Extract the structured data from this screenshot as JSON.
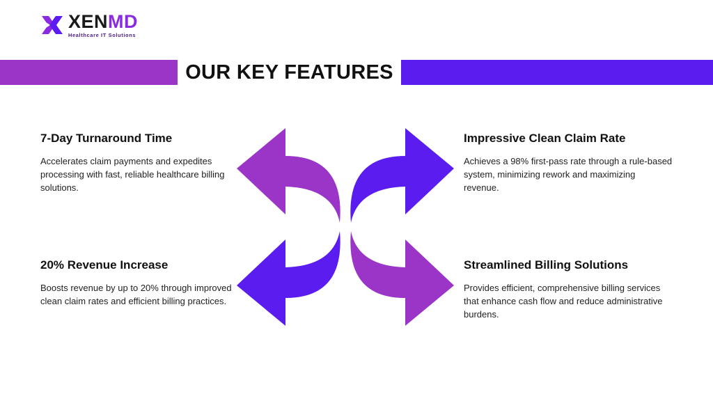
{
  "brand": {
    "name_part1": "XEN",
    "name_part2": "MD",
    "tagline": "Healthcare IT Solutions"
  },
  "title": "OUR KEY FEATURES",
  "colors": {
    "purple": "#9a35c8",
    "violet": "#5b1cf0",
    "text": "#1a1a1a"
  },
  "features": [
    {
      "title": "7-Day Turnaround Time",
      "description": "Accelerates claim payments and expedites processing with fast, reliable healthcare billing solutions."
    },
    {
      "title": "Impressive Clean Claim Rate",
      "description": "Achieves a 98% first-pass rate through a rule-based system, minimizing rework and maximizing revenue."
    },
    {
      "title": "20% Revenue Increase",
      "description": "Boosts revenue by up to 20% through improved clean claim rates and efficient billing practices."
    },
    {
      "title": "Streamlined Billing Solutions",
      "description": "Provides efficient, comprehensive billing services that enhance cash flow and reduce administrative burdens."
    }
  ]
}
